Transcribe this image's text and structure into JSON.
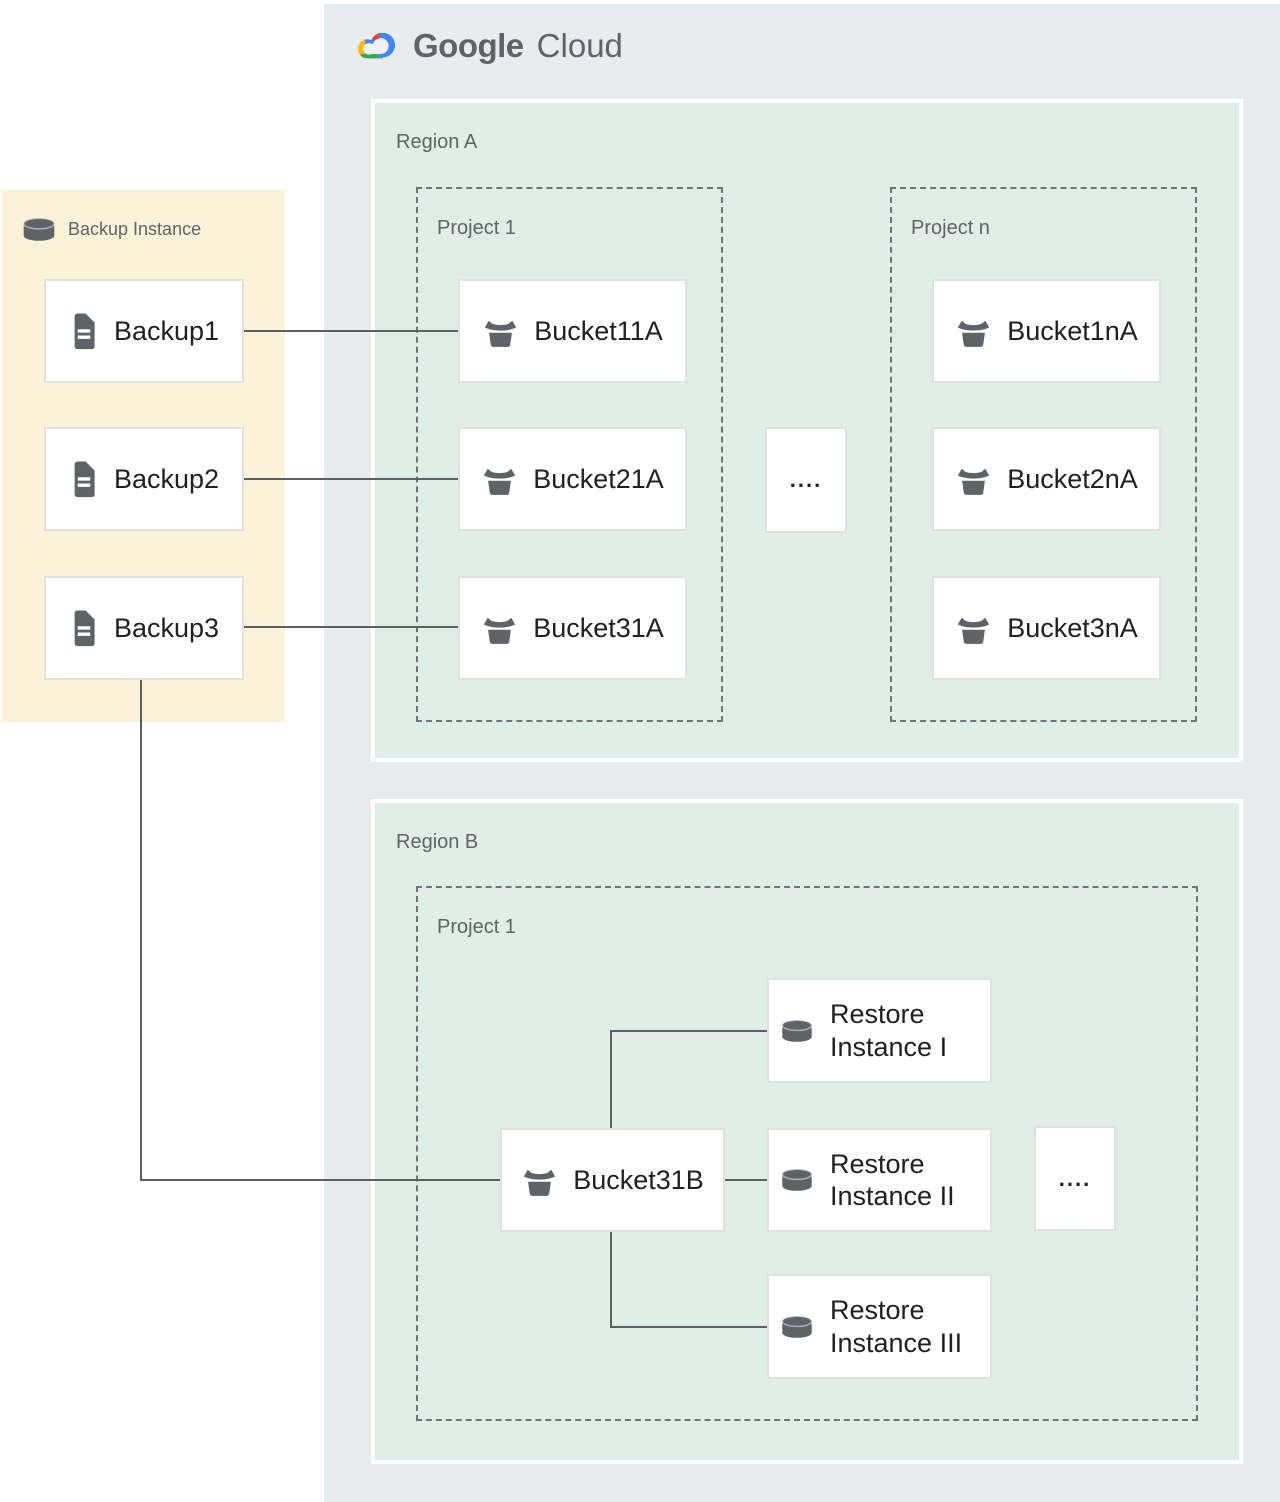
{
  "logo": {
    "google": "Google",
    "cloud": "Cloud"
  },
  "backup_panel": {
    "title": "Backup Instance",
    "items": [
      "Backup1",
      "Backup2",
      "Backup3"
    ]
  },
  "region_a": {
    "name": "Region A",
    "project_1": {
      "name": "Project 1",
      "buckets": [
        "Bucket11A",
        "Bucket21A",
        "Bucket31A"
      ]
    },
    "project_n": {
      "name": "Project n",
      "buckets": [
        "Bucket1nA",
        "Bucket2nA",
        "Bucket3nA"
      ]
    },
    "ellipsis": "...."
  },
  "region_b": {
    "name": "Region B",
    "project_1": {
      "name": "Project 1",
      "bucket": "Bucket31B",
      "restore_instances": [
        "Restore Instance I",
        "Restore Instance II",
        "Restore Instance III"
      ],
      "ellipsis": "...."
    }
  },
  "colors": {
    "container_bg": "#e9ecef",
    "region_bg": "#dfeee6",
    "panel_bg": "#faf3d7",
    "node_bg": "#ffffff",
    "node_border": "#dfe1e5",
    "dashed_border": "#6f7479",
    "connector": "#5b5f63",
    "text_dark": "#212124",
    "text_gray": "#5f6368",
    "icon_gray": "#5f6368",
    "logo_text": "#5f6368",
    "logo_blue": "#4285f4",
    "logo_red": "#ea4335",
    "logo_yellow": "#fbbc04",
    "logo_green": "#34a853",
    "logo_hole": "#eef1f4"
  }
}
